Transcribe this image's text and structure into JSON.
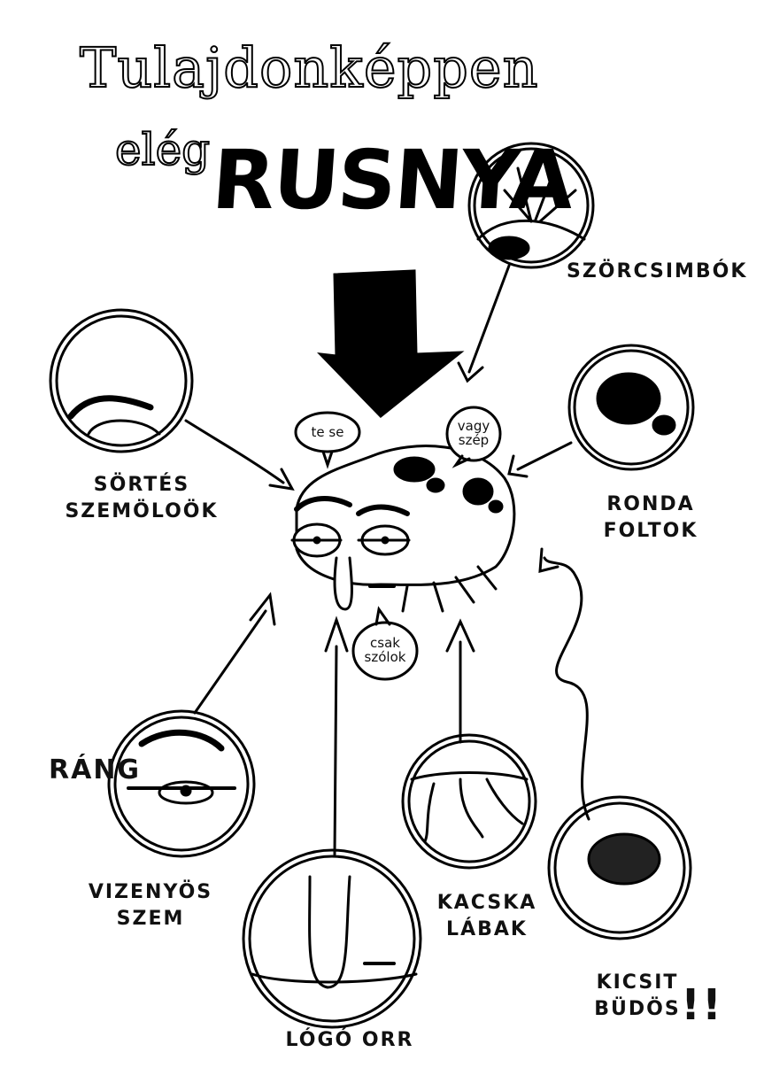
{
  "title": {
    "line1": "Tulajdonképpen",
    "line2": "elég",
    "emphasis": "RUSNYA"
  },
  "speech_bubbles": {
    "left": "te se",
    "right_top": "vagy",
    "right_bottom": "szép",
    "bottom_top": "csak",
    "bottom_bottom": "szólok"
  },
  "labels": {
    "bristly_brows": [
      "SÖRTÉS",
      "SZEMÖLOÖK"
    ],
    "hair_tufts": "SZÖRCSIMBÓK",
    "ugly_spots": [
      "RONDA",
      "FOLTOK"
    ],
    "watery_eye": [
      "VIZENYÖS",
      "SZEM"
    ],
    "twitch": "RÁNG",
    "droopy_nose": "LÓGÓ ORR",
    "crooked_legs": [
      "KACSKA",
      "LÁBAK"
    ],
    "smelly": [
      "KICSIT",
      "BÜDÖS"
    ],
    "exclamation": "!!"
  }
}
